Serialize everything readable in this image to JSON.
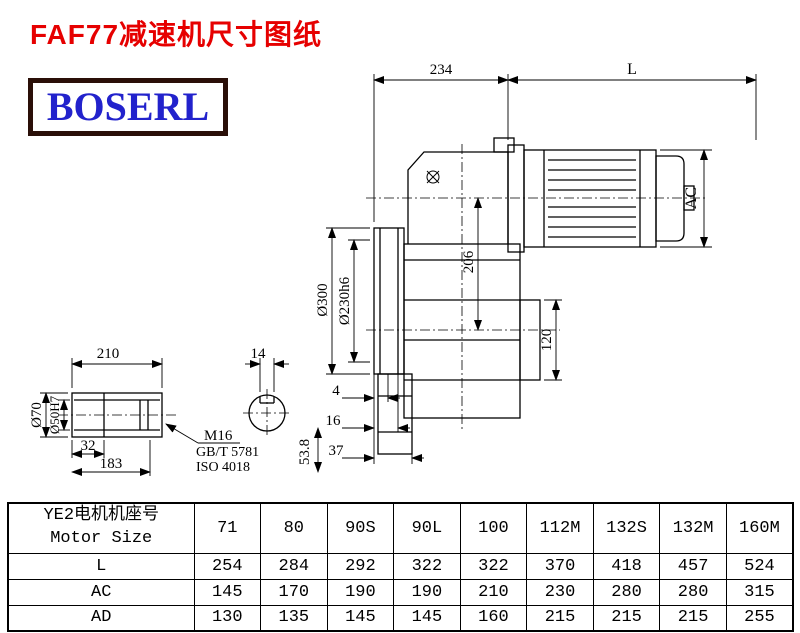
{
  "page": {
    "title": "FAF77减速机尺寸图纸",
    "brand": "BOSERL"
  },
  "colors": {
    "title_red": "#e60000",
    "brand_blue": "#2222cc",
    "brand_border": "#2a0f08",
    "line_black": "#000000"
  },
  "drawing": {
    "dim_234": "234",
    "dim_L": "L",
    "dim_AC": "AC",
    "dim_206": "206",
    "dim_300": "Ø300",
    "dim_230": "Ø230h6",
    "dim_120": "120",
    "dim_210": "210",
    "dim_14": "14",
    "dim_70": "Ø70",
    "dim_50": "Ø50H7",
    "dim_32": "32",
    "dim_183": "183",
    "dim_4": "4",
    "dim_16": "16",
    "dim_37": "37",
    "dim_53_8": "53.8",
    "thread_callout_1": "M16",
    "thread_callout_2": "GB/T 5781",
    "thread_callout_3": "ISO 4018"
  },
  "table": {
    "header_cn": "YE2电机机座号",
    "header_en": "Motor Size",
    "columns": [
      "71",
      "80",
      "90S",
      "90L",
      "100",
      "112M",
      "132S",
      "132M",
      "160M"
    ],
    "rows": [
      {
        "label": "L",
        "values": [
          "254",
          "284",
          "292",
          "322",
          "322",
          "370",
          "418",
          "457",
          "524"
        ]
      },
      {
        "label": "AC",
        "values": [
          "145",
          "170",
          "190",
          "190",
          "210",
          "230",
          "280",
          "280",
          "315"
        ]
      },
      {
        "label": "AD",
        "values": [
          "130",
          "135",
          "145",
          "145",
          "160",
          "215",
          "215",
          "215",
          "255"
        ]
      }
    ]
  }
}
